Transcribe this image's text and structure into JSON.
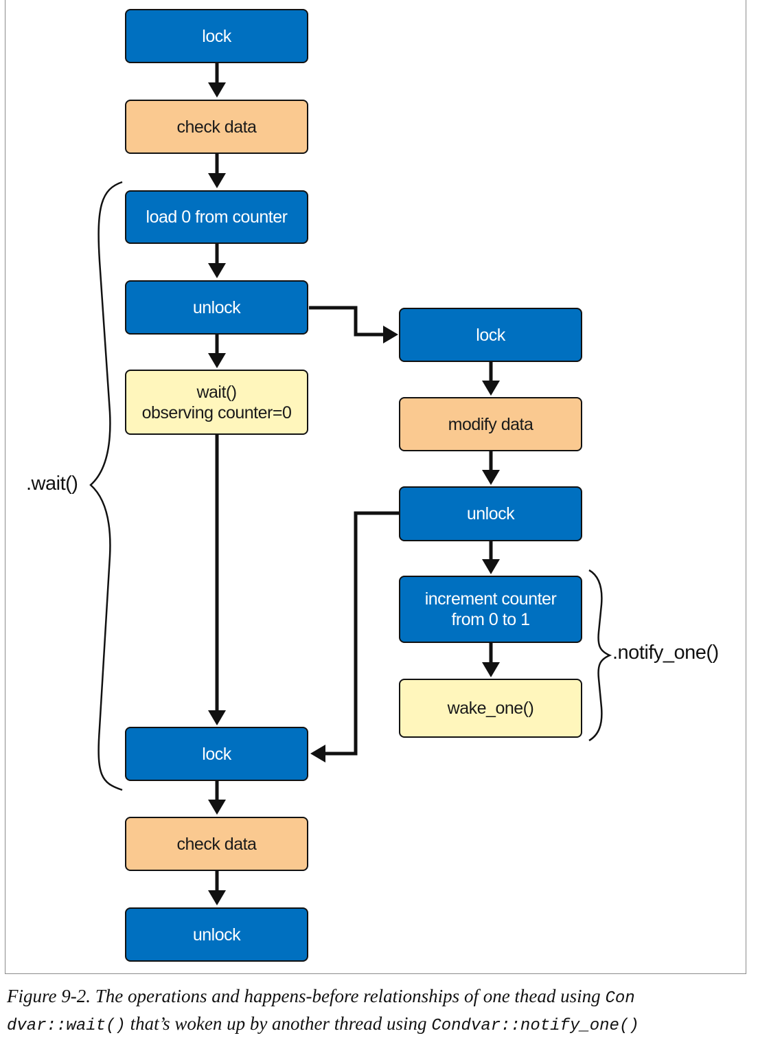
{
  "nodes": {
    "lock_1": "lock",
    "check_data_1": "check data",
    "load_counter": "load 0 from counter",
    "unlock_1": "unlock",
    "wait_observe": "wait()\nobserving counter=0",
    "lock_2": "lock",
    "check_data_2": "check data",
    "unlock_2": "unlock",
    "t2_lock": "lock",
    "t2_modify": "modify data",
    "t2_unlock": "unlock",
    "t2_increment": "increment counter\nfrom 0 to 1",
    "t2_wake": "wake_one()"
  },
  "braces": {
    "wait": ".wait()",
    "notify": ".notify_one()"
  },
  "caption": {
    "prefix": "Figure 9-2. The operations and happens-before relationships of one thead using ",
    "code1a": "Con",
    "code1b": "dvar::wait()",
    "middle": " that’s woken up by another thread using ",
    "code2": "Condvar::notify_one()"
  },
  "colors": {
    "blue": "#0070c0",
    "orange": "#fac990",
    "yellow": "#fff6bc"
  }
}
